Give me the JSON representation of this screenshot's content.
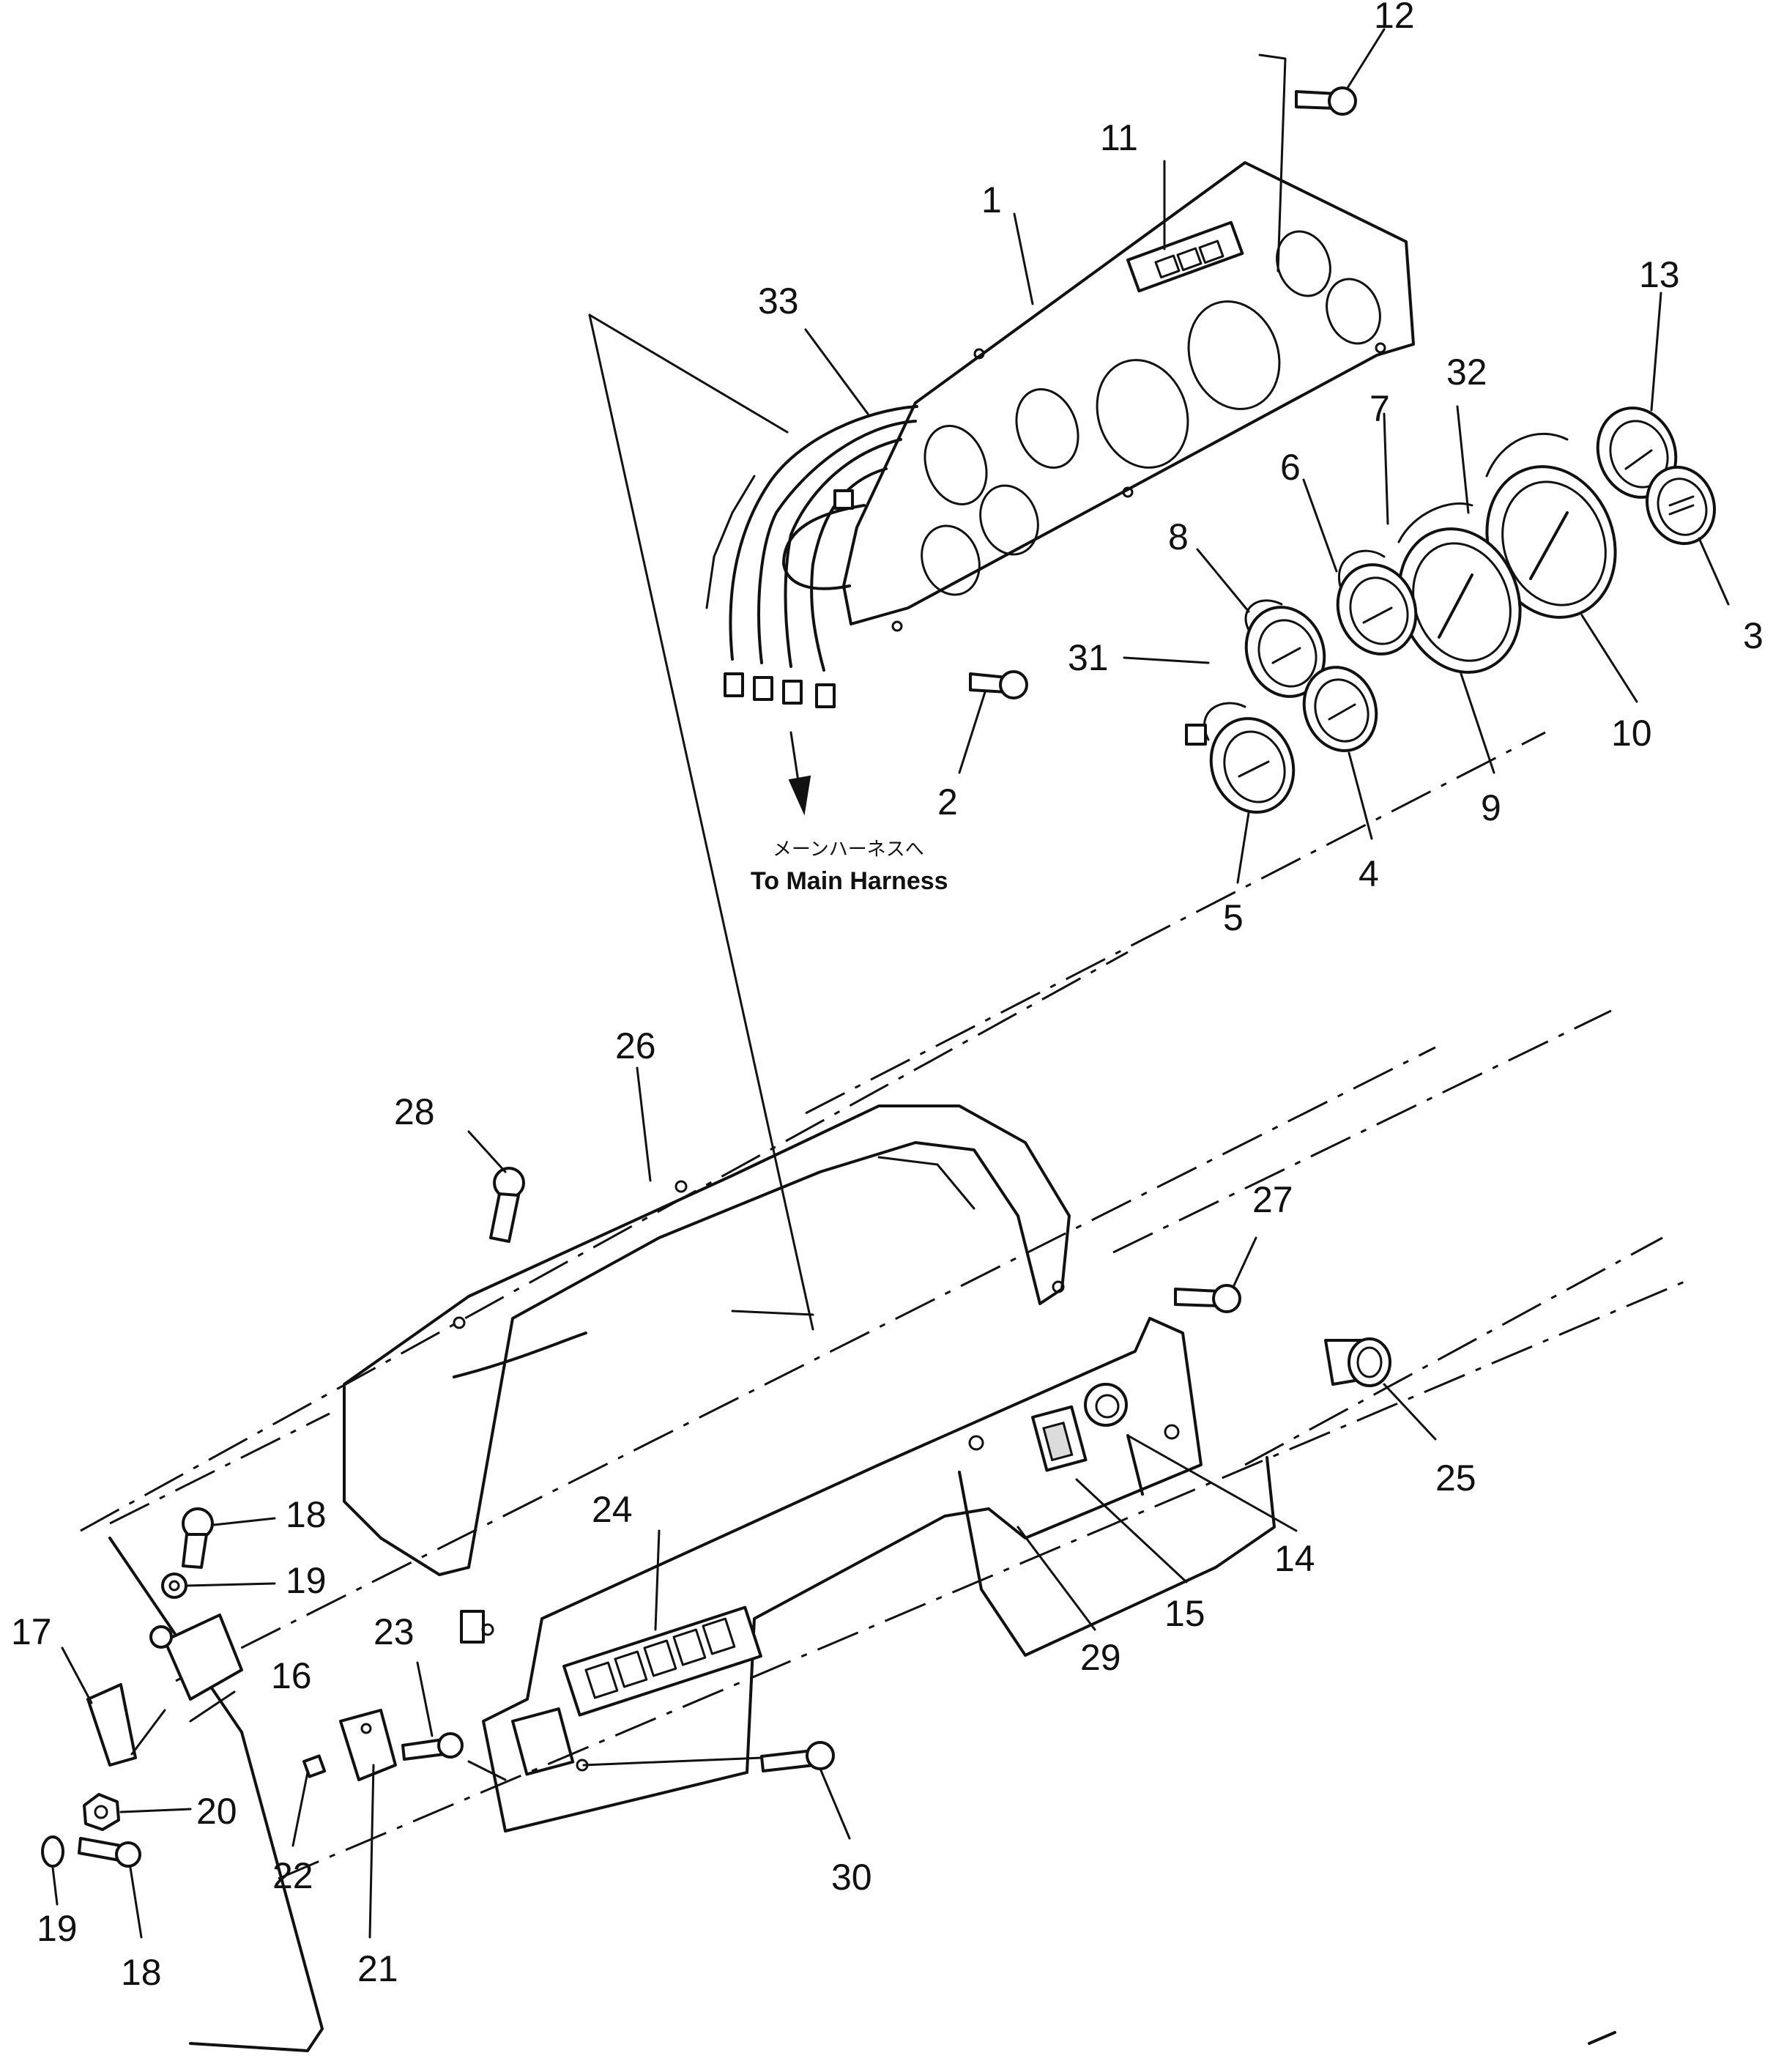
{
  "labels": {
    "p1": "1",
    "p2": "2",
    "p3": "3",
    "p4": "4",
    "p5": "5",
    "p6": "6",
    "p7": "7",
    "p8": "8",
    "p9": "9",
    "p10": "10",
    "p11": "11",
    "p12": "12",
    "p13": "13",
    "p14": "14",
    "p15": "15",
    "p16": "16",
    "p17": "17",
    "p18a": "18",
    "p18b": "18",
    "p19a": "19",
    "p19b": "19",
    "p20": "20",
    "p21": "21",
    "p22": "22",
    "p23": "23",
    "p24": "24",
    "p25": "25",
    "p26": "26",
    "p27": "27",
    "p28": "28",
    "p29": "29",
    "p30": "30",
    "p31": "31",
    "p32": "32",
    "p33": "33"
  },
  "harness_note": {
    "japanese": "メーンハーネスへ",
    "english": "To Main Harness"
  }
}
